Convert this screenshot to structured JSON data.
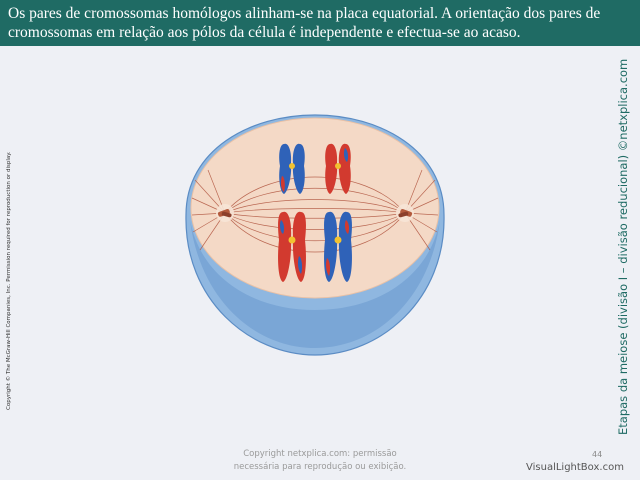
{
  "header": {
    "text": "Os pares de cromossomas homólogos alinham-se na placa equatorial. A orientação dos pares de cromossomas em relação aos pólos da célula é independente e efectua-se ao acaso."
  },
  "copyright_vertical": "Copyright © The McGraw-Hill Companies, Inc. Permission required for reproduction or display.",
  "side_title": "Etapas da meiose (divisão I – divisão reducional) ©netxplica.com",
  "footer": {
    "note": "Copyright netxplica.com: permissão necessária para reprodução ou exibição.",
    "page_number": "44"
  },
  "watermark": "VisualLightBox.com",
  "colors": {
    "header_bg": "#1f6b64",
    "cell_fill": "#f4d9c6",
    "membrane_blue": "#7aa8d8",
    "chromosome_red": "#d23a2f",
    "chromosome_blue": "#2f62b8",
    "centromere_yellow": "#f2c230"
  }
}
